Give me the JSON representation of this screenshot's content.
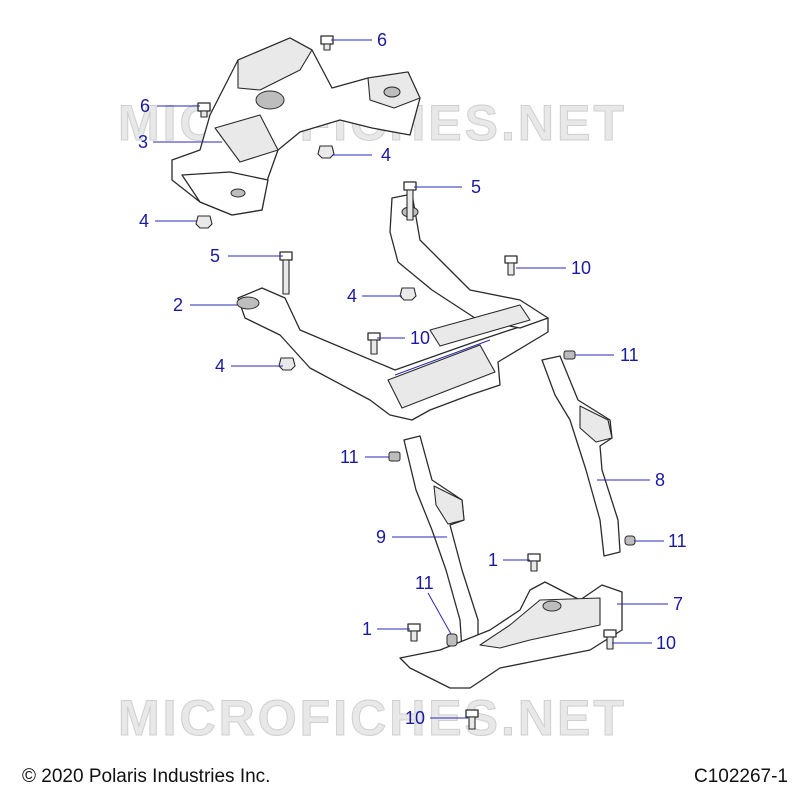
{
  "watermark": "MICROFICHES.NET",
  "footer": {
    "copyright": "© 2020 Polaris Industries Inc.",
    "diagram_id": "C102267-1"
  },
  "callouts": [
    {
      "id": "c6a",
      "label": "6"
    },
    {
      "id": "c6b",
      "label": "6"
    },
    {
      "id": "c3",
      "label": "3"
    },
    {
      "id": "c4a",
      "label": "4"
    },
    {
      "id": "c4b",
      "label": "4"
    },
    {
      "id": "c5a",
      "label": "5"
    },
    {
      "id": "c5b",
      "label": "5"
    },
    {
      "id": "c10a",
      "label": "10"
    },
    {
      "id": "c2",
      "label": "2"
    },
    {
      "id": "c4c",
      "label": "4"
    },
    {
      "id": "c10b",
      "label": "10"
    },
    {
      "id": "c4d",
      "label": "4"
    },
    {
      "id": "c11a",
      "label": "11"
    },
    {
      "id": "c11b",
      "label": "11"
    },
    {
      "id": "c8",
      "label": "8"
    },
    {
      "id": "c9",
      "label": "9"
    },
    {
      "id": "c11c",
      "label": "11"
    },
    {
      "id": "c1a",
      "label": "1"
    },
    {
      "id": "c11d",
      "label": "11"
    },
    {
      "id": "c7",
      "label": "7"
    },
    {
      "id": "c1b",
      "label": "1"
    },
    {
      "id": "c10c",
      "label": "10"
    },
    {
      "id": "c10d",
      "label": "10"
    }
  ],
  "colors": {
    "callout": "#1a1aa0",
    "line": "#2b2b2b",
    "watermark": "#e8e8e8"
  }
}
